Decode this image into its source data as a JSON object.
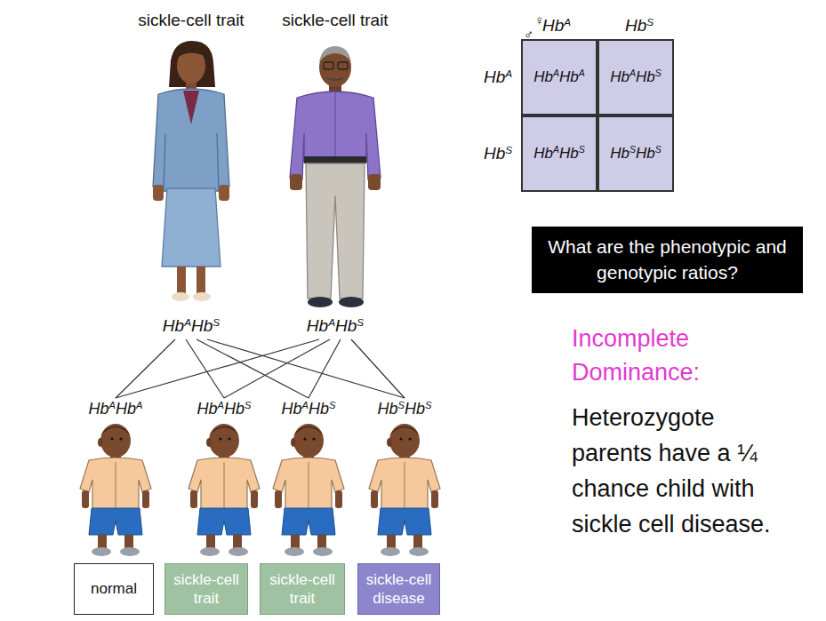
{
  "diagram": {
    "nodes": [
      {
        "text": [
          "sickle-cell trait",
          "HbAHbS"
        ]
      },
      {
        "text": [
          "sickle-cell trait",
          "HbAHbS"
        ]
      },
      {
        "text": [
          "HbAHbA"
        ]
      },
      {
        "text": [
          "HbAHbS"
        ]
      },
      {
        "text": [
          "HbAHbS"
        ]
      },
      {
        "text": [
          "HbSHbS"
        ]
      },
      {
        "text": [
          "What are the phenotypic and genotypic ratios?"
        ]
      },
      {
        "text": [
          "HbAHbA"
        ]
      },
      {
        "text": [
          "HbAHbS"
        ]
      },
      {
        "text": [
          "HbAHbS"
        ]
      },
      {
        "text": [
          "HbSHbS"
        ]
      },
      {
        "text": [
          "normal"
        ]
      },
      {
        "text": [
          "sickle-cell trait"
        ]
      },
      {
        "text": [
          "sickle-cell trait"
        ]
      },
      {
        "text": [
          "sickle-cell disease"
        ]
      }
    ],
    "edges": [
      {
        "from": 0,
        "to": 7,
        "arrow": "none"
      },
      {
        "from": 0,
        "to": 8,
        "arrow": "none"
      },
      {
        "from": 0,
        "to": 9,
        "arrow": "none"
      },
      {
        "from": 0,
        "to": 10,
        "arrow": "none"
      },
      {
        "from": 1,
        "to": 7,
        "arrow": "none"
      },
      {
        "from": 1,
        "to": 8,
        "arrow": "none"
      },
      {
        "from": 1,
        "to": 9,
        "arrow": "none"
      },
      {
        "from": 1,
        "to": 10,
        "arrow": "none"
      }
    ],
    "labels": [
      "♀",
      "♂",
      "HbA",
      "HbS",
      "HbA",
      "HbS",
      "Incomplete Dominance:",
      "Heterozygote parents have a ¼ chance child with sickle cell disease."
    ]
  }
}
